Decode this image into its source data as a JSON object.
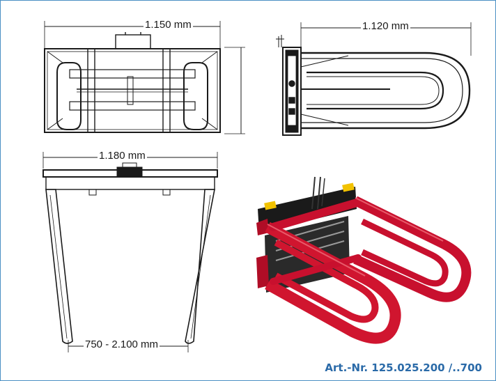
{
  "dimensions": {
    "top_width": "1.150 mm",
    "side_length": "1.120 mm",
    "front_width": "1.180 mm",
    "arm_range": "750 - 2.100 mm"
  },
  "article_number": "Art.-Nr. 125.025.200 /..700",
  "colors": {
    "border": "#4a8fc4",
    "article_text": "#2a6aa8",
    "product_red": "#c8102e",
    "frame_black": "#1a1a1a",
    "warning_yellow": "#f2c200"
  }
}
